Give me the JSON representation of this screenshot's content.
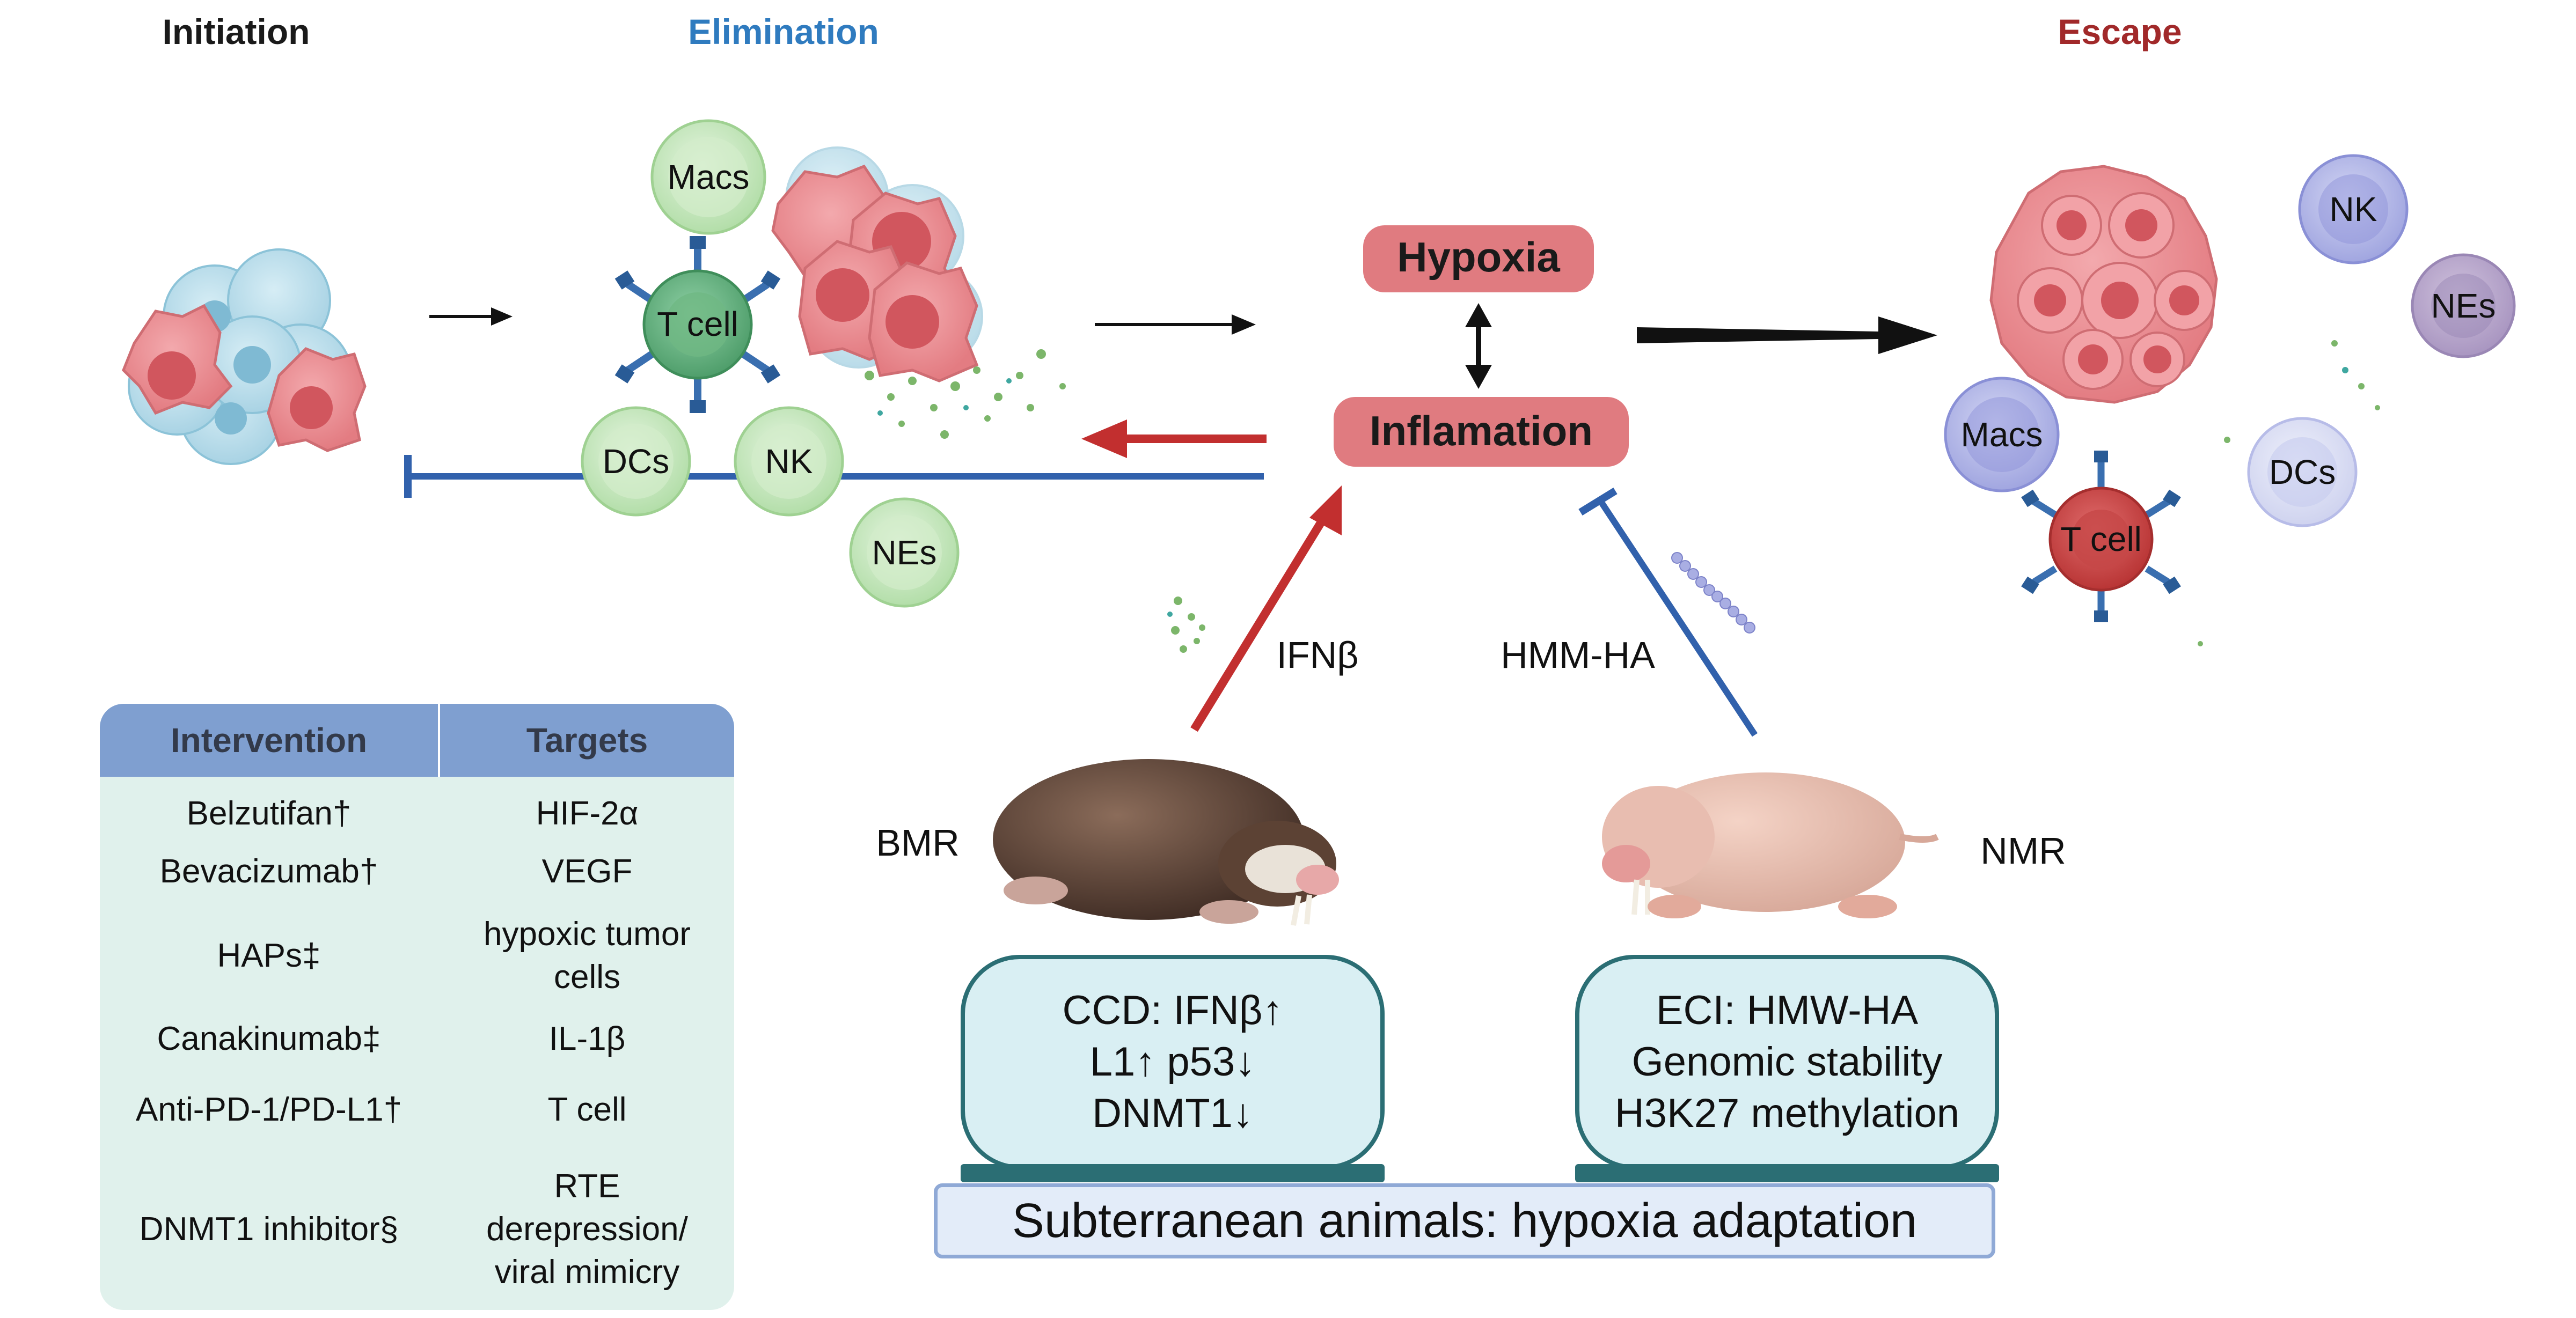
{
  "stages": {
    "initiation": "Initiation",
    "elimination": "Elimination",
    "escape": "Escape"
  },
  "colors": {
    "initiation": "#1a1a1a",
    "elimination": "#2f7bbf",
    "escape": "#a1292a",
    "tumor_cell": "#e9858a",
    "immune_green": "#bfe4b7",
    "immune_purple": "#a9aee3",
    "inhibit_blue": "#3161ac",
    "activate_red": "#c22f2f",
    "pill": "#e07b80",
    "panel_fill": "#d9eff3",
    "panel_border": "#2b6e74",
    "table_header": "#7f9fd0",
    "table_body": "#e0f1ec"
  },
  "center": {
    "hypoxia": "Hypoxia",
    "inflamation": "Inflamation"
  },
  "elimination_cells": {
    "macs": "Macs",
    "tcell": "T cell",
    "dcs": "DCs",
    "nk": "NK",
    "nes": "NEs"
  },
  "escape_cells": {
    "nk": "NK",
    "nes": "NEs",
    "macs": "Macs",
    "dcs": "DCs",
    "tcell": "T cell"
  },
  "signals": {
    "ifnb": "IFNβ",
    "hmmha": "HMM-HA"
  },
  "animals": {
    "bmr": "BMR",
    "nmr": "NMR"
  },
  "bmr_panel": [
    "CCD: IFNβ↑",
    "L1↑  p53↓",
    "DNMT1↓"
  ],
  "nmr_panel": [
    "ECI: HMW-HA",
    "Genomic stability",
    "H3K27 methylation"
  ],
  "subterranean": "Subterranean animals: hypoxia adaptation",
  "table": {
    "headers": [
      "Intervention",
      "Targets"
    ],
    "rows": [
      {
        "intervention": "Belzutifan†",
        "target": "HIF-2α"
      },
      {
        "intervention": "Bevacizumab†",
        "target": "VEGF"
      },
      {
        "intervention": "HAPs‡",
        "target": "hypoxic tumor\ncells"
      },
      {
        "intervention": "Canakinumab‡",
        "target": "IL-1β"
      },
      {
        "intervention": "Anti-PD-1/PD-L1†",
        "target": "T cell"
      },
      {
        "intervention": "DNMT1 inhibitor§",
        "target": "RTE\nderepression/\nviral mimicry"
      }
    ]
  }
}
